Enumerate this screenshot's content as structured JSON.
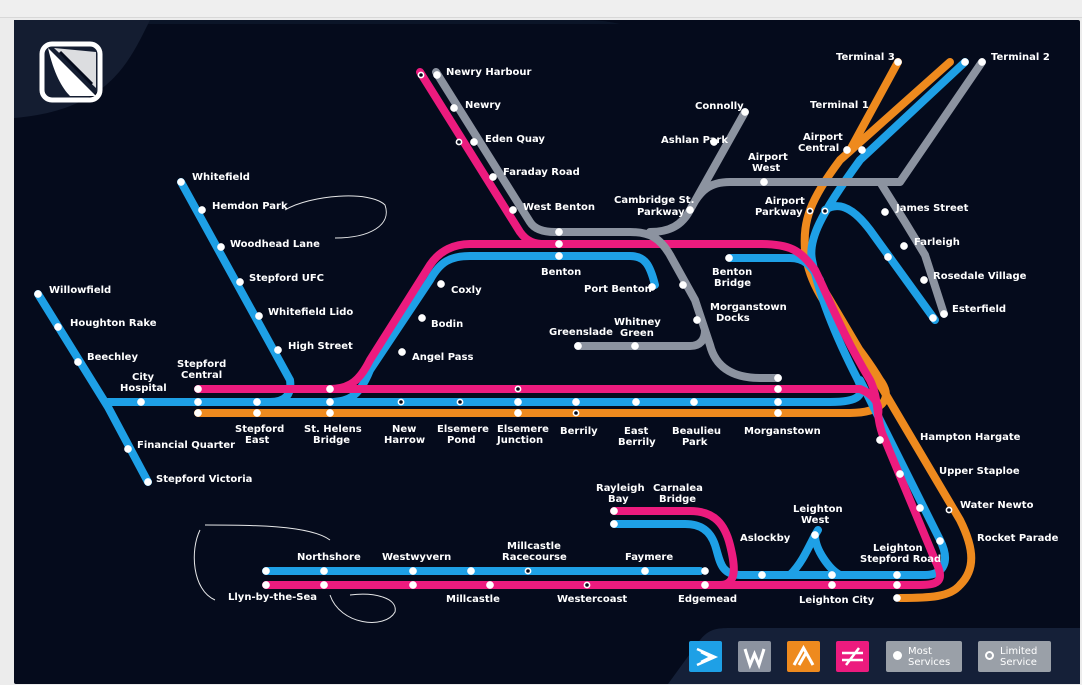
{
  "colors": {
    "background": "#050b1c",
    "line_blue": "#1ea0e6",
    "line_pink": "#ec1b7e",
    "line_orange": "#ee8a1e",
    "line_grey": "#8c93a0",
    "legend_grey": "#9aa0a8"
  },
  "logo": {
    "icon": "stepford-connect-logo-icon"
  },
  "stations": {
    "newry_harbour": "Newry Harbour",
    "newry": "Newry",
    "eden_quay": "Eden Quay",
    "faraday_road": "Faraday Road",
    "west_benton": "West Benton",
    "benton": "Benton",
    "port_benton": "Port Benton",
    "connolly": "Connolly",
    "ashlan_park": "Ashlan Park",
    "cambridge_st_parkway": [
      "Cambridge St.",
      "Parkway"
    ],
    "airport_west": [
      "Airport",
      "West"
    ],
    "airport_parkway": [
      "Airport",
      "Parkway"
    ],
    "airport_central": [
      "Airport",
      "Central"
    ],
    "terminal_1": "Terminal 1",
    "terminal_2": "Terminal 2",
    "terminal_3": "Terminal 3",
    "james_street": "James Street",
    "farleigh": "Farleigh",
    "rosedale_village": "Rosedale Village",
    "esterfield": "Esterfield",
    "benton_bridge": [
      "Benton",
      "Bridge"
    ],
    "morganstown_docks": [
      "Morganstown",
      "Docks"
    ],
    "greenslade": "Greenslade",
    "whitney_green": [
      "Whitney",
      "Green"
    ],
    "whitefield": "Whitefield",
    "hemdon_park": "Hemdon Park",
    "woodhead_lane": "Woodhead Lane",
    "stepford_ufc": "Stepford UFC",
    "whitefield_lido": "Whitefield Lido",
    "high_street": "High Street",
    "willowfield": "Willowfield",
    "houghton_rake": "Houghton Rake",
    "beechley": "Beechley",
    "city_hospital": [
      "City",
      "Hospital"
    ],
    "financial_quarter": "Financial Quarter",
    "stepford_victoria": "Stepford Victoria",
    "stepford_central": [
      "Stepford",
      "Central"
    ],
    "stepford_east": [
      "Stepford",
      "East"
    ],
    "st_helens_bridge": [
      "St. Helens",
      "Bridge"
    ],
    "new_harrow": [
      "New",
      "Harrow"
    ],
    "elsemere_pond": [
      "Elsemere",
      "Pond"
    ],
    "elsemere_junction": [
      "Elsemere",
      "Junction"
    ],
    "berrily": "Berrily",
    "east_berrily": [
      "East",
      "Berrily"
    ],
    "beaulieu_park": [
      "Beaulieu",
      "Park"
    ],
    "morganstown": "Morganstown",
    "coxly": "Coxly",
    "bodin": "Bodin",
    "angel_pass": "Angel Pass",
    "hampton_hargate": "Hampton Hargate",
    "upper_staploe": "Upper Staploe",
    "water_newton": "Water Newto",
    "rocket_parade": "Rocket Parade",
    "leighton_stepford_road": [
      "Leighton",
      "Stepford Road"
    ],
    "leighton_city": "Leighton City",
    "leighton_west": [
      "Leighton",
      "West"
    ],
    "aslockby": "Aslockby",
    "rayleigh_bay": [
      "Rayleigh",
      "Bay"
    ],
    "carnalea_bridge": [
      "Carnalea",
      "Bridge"
    ],
    "faymere": "Faymere",
    "edgemead": "Edgemead",
    "westercoast": "Westercoast",
    "millcastle_racecourse": [
      "Millcastle",
      "Racecourse"
    ],
    "millcastle": "Millcastle",
    "westwyvern": "Westwyvern",
    "northshore": "Northshore",
    "llyn_by_the_sea": "Llyn-by-the-Sea"
  },
  "legend": {
    "badges": [
      {
        "icon": "blue-operator-logo-icon",
        "color": "#1ea0e6"
      },
      {
        "icon": "waterline-w-logo-icon",
        "color": "#8c93a0"
      },
      {
        "icon": "airlink-a-logo-icon",
        "color": "#ee8a1e"
      },
      {
        "icon": "rail-double-arrow-logo-icon",
        "color": "#ec1b7e"
      }
    ],
    "most_services": [
      "Most",
      "Services"
    ],
    "limited_service": [
      "Limited",
      "Service"
    ]
  }
}
